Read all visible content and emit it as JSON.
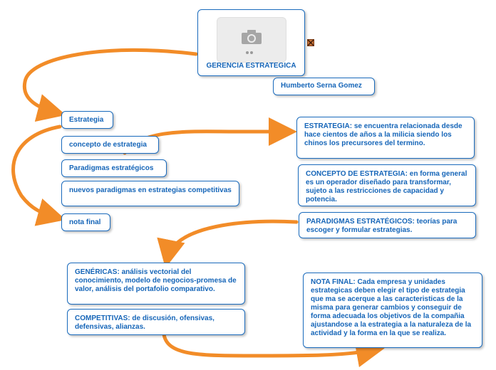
{
  "root": {
    "title": "GERENCIA ESTRATEGICA",
    "image_icon": "camera-icon"
  },
  "author": "Humberto Serna Gomez",
  "left_topics": [
    "Estrategia",
    "concepto de estrategia",
    "Paradigmas estratégicos",
    "nuevos paradigmas en estrategias competitivas",
    "nota final"
  ],
  "definitions": {
    "estrategia": {
      "term": "ESTRATEGIA:",
      "text": " se encuentra relacionada desde hace cientos de años a la milicia siendo los chinos los precursores del termino."
    },
    "concepto": {
      "term": "CONCEPTO DE ESTRATEGIA:",
      "text": " en forma general es un operador diseñado para transformar, sujeto a las restricciones de capacidad y potencia."
    },
    "paradigmas": {
      "term": "PARADIGMAS ESTRATÉGICOS:",
      "text": " teorías para escoger y formular estrategias."
    },
    "genericas": {
      "term": "GENÉRICAS:",
      "text": " análisis vectorial del conocimiento, modelo de negocios-promesa de valor, análisis del portafolio comparativo."
    },
    "competitivas": {
      "term": "COMPETITIVAS:",
      "text": " de discusión, ofensivas, defensivas, alianzas."
    },
    "nota_final": {
      "term": "NOTA FINAL:",
      "text": " Cada empresa y unidades estrategicas deben elegir el tipo de estrategia que ma se acerque a las caracteristicas de la misma para generar cambios y conseguir de forma adecuada los objetivos de la compañia ajustandose a la estrategia a la naturaleza de la actividad y la forma en la que se realiza."
    }
  },
  "colors": {
    "arrow": "#f28c28",
    "node_border": "#1a6bbd",
    "node_text": "#1565b8"
  }
}
